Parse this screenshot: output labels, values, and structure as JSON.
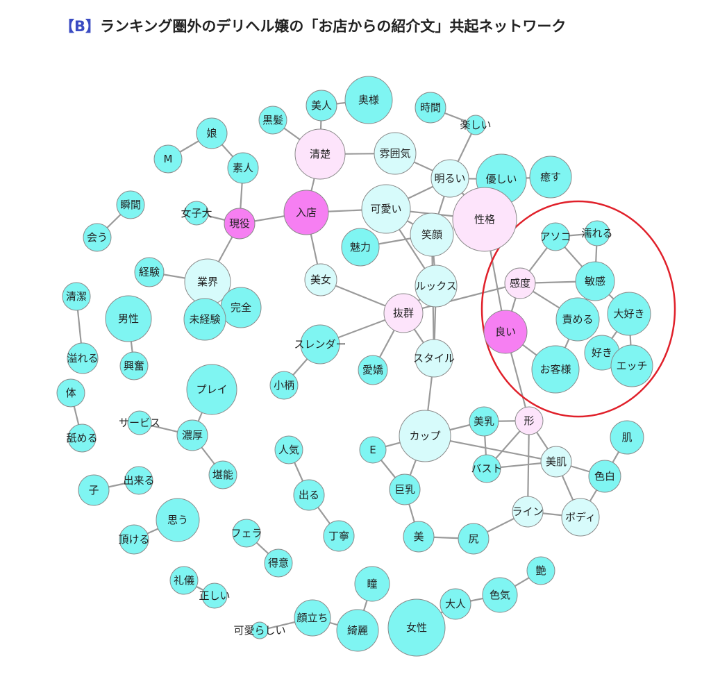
{
  "title": {
    "tag": "【B】",
    "text": "ランキング圏外のデリヘル嬢の「お店からの紹介文」共起ネットワーク"
  },
  "colors": {
    "cyan": "#7ff5f2",
    "pale_cyan": "#d7fbfb",
    "pale_pink": "#fde4fb",
    "magenta": "#f67ff2",
    "highlight_ring": "#e0202a"
  },
  "network": {
    "nodes": [
      {
        "id": "oku",
        "label": "奥様",
        "color": "cyan"
      },
      {
        "id": "bijin",
        "label": "美人",
        "color": "cyan"
      },
      {
        "id": "jikan",
        "label": "時間",
        "color": "cyan"
      },
      {
        "id": "kurokami",
        "label": "黒髪",
        "color": "cyan"
      },
      {
        "id": "tanoshii",
        "label": "楽しい",
        "color": "cyan"
      },
      {
        "id": "musume",
        "label": "娘",
        "color": "cyan"
      },
      {
        "id": "seiso",
        "label": "清楚",
        "color": "pale_pink"
      },
      {
        "id": "funiki",
        "label": "雰囲気",
        "color": "pale_cyan"
      },
      {
        "id": "M",
        "label": "M",
        "color": "cyan"
      },
      {
        "id": "shirouto",
        "label": "素人",
        "color": "cyan"
      },
      {
        "id": "akarui",
        "label": "明るい",
        "color": "pale_cyan"
      },
      {
        "id": "yasashii",
        "label": "優しい",
        "color": "cyan"
      },
      {
        "id": "iyasu",
        "label": "癒す",
        "color": "cyan"
      },
      {
        "id": "shunkan",
        "label": "瞬間",
        "color": "cyan"
      },
      {
        "id": "nyuten",
        "label": "入店",
        "color": "magenta"
      },
      {
        "id": "kawaii",
        "label": "可愛い",
        "color": "pale_cyan"
      },
      {
        "id": "seikaku",
        "label": "性格",
        "color": "pale_pink"
      },
      {
        "id": "joshidai",
        "label": "女子大",
        "color": "cyan"
      },
      {
        "id": "geneki",
        "label": "現役",
        "color": "magenta"
      },
      {
        "id": "au",
        "label": "会う",
        "color": "cyan"
      },
      {
        "id": "egao",
        "label": "笑顔",
        "color": "pale_cyan"
      },
      {
        "id": "asoko",
        "label": "アソコ",
        "color": "cyan"
      },
      {
        "id": "nureru",
        "label": "濡れる",
        "color": "cyan"
      },
      {
        "id": "miryoku",
        "label": "魅力",
        "color": "cyan"
      },
      {
        "id": "keiken",
        "label": "経験",
        "color": "cyan"
      },
      {
        "id": "gyokai",
        "label": "業界",
        "color": "pale_cyan"
      },
      {
        "id": "bijo",
        "label": "美女",
        "color": "pale_cyan"
      },
      {
        "id": "looks",
        "label": "ルックス",
        "color": "pale_cyan"
      },
      {
        "id": "kando",
        "label": "感度",
        "color": "pale_pink"
      },
      {
        "id": "binkan",
        "label": "敏感",
        "color": "cyan"
      },
      {
        "id": "seiketsu",
        "label": "清潔",
        "color": "cyan"
      },
      {
        "id": "kanzen",
        "label": "完全",
        "color": "cyan"
      },
      {
        "id": "dansei",
        "label": "男性",
        "color": "cyan"
      },
      {
        "id": "mikeiken",
        "label": "未経験",
        "color": "cyan"
      },
      {
        "id": "batsugun",
        "label": "抜群",
        "color": "pale_pink"
      },
      {
        "id": "semeru",
        "label": "責める",
        "color": "cyan"
      },
      {
        "id": "daisuki",
        "label": "大好き",
        "color": "cyan"
      },
      {
        "id": "yoi",
        "label": "良い",
        "color": "magenta"
      },
      {
        "id": "slender",
        "label": "スレンダー",
        "color": "cyan"
      },
      {
        "id": "afureru",
        "label": "溢れる",
        "color": "cyan"
      },
      {
        "id": "kofun",
        "label": "興奮",
        "color": "cyan"
      },
      {
        "id": "style",
        "label": "スタイル",
        "color": "pale_cyan"
      },
      {
        "id": "aikyo",
        "label": "愛嬌",
        "color": "cyan"
      },
      {
        "id": "suki",
        "label": "好き",
        "color": "cyan"
      },
      {
        "id": "ecchi",
        "label": "エッチ",
        "color": "cyan"
      },
      {
        "id": "okyakusama",
        "label": "お客様",
        "color": "cyan"
      },
      {
        "id": "kogara",
        "label": "小柄",
        "color": "cyan"
      },
      {
        "id": "karada",
        "label": "体",
        "color": "cyan"
      },
      {
        "id": "play",
        "label": "プレイ",
        "color": "cyan"
      },
      {
        "id": "service",
        "label": "サービス",
        "color": "cyan"
      },
      {
        "id": "nameru",
        "label": "舐める",
        "color": "cyan"
      },
      {
        "id": "binyu",
        "label": "美乳",
        "color": "cyan"
      },
      {
        "id": "katachi",
        "label": "形",
        "color": "pale_pink"
      },
      {
        "id": "cup",
        "label": "カップ",
        "color": "pale_cyan"
      },
      {
        "id": "noko",
        "label": "濃厚",
        "color": "cyan"
      },
      {
        "id": "hada",
        "label": "肌",
        "color": "cyan"
      },
      {
        "id": "E",
        "label": "E",
        "color": "cyan"
      },
      {
        "id": "ninki",
        "label": "人気",
        "color": "cyan"
      },
      {
        "id": "bust",
        "label": "バスト",
        "color": "cyan"
      },
      {
        "id": "bihada",
        "label": "美肌",
        "color": "pale_cyan"
      },
      {
        "id": "tanno",
        "label": "堪能",
        "color": "cyan"
      },
      {
        "id": "irojiro",
        "label": "色白",
        "color": "cyan"
      },
      {
        "id": "dekiru",
        "label": "出来る",
        "color": "cyan"
      },
      {
        "id": "ko",
        "label": "子",
        "color": "cyan"
      },
      {
        "id": "kyonyu",
        "label": "巨乳",
        "color": "cyan"
      },
      {
        "id": "deru",
        "label": "出る",
        "color": "cyan"
      },
      {
        "id": "line",
        "label": "ライン",
        "color": "pale_cyan"
      },
      {
        "id": "body",
        "label": "ボディ",
        "color": "pale_cyan"
      },
      {
        "id": "omou",
        "label": "思う",
        "color": "cyan"
      },
      {
        "id": "itadakeru",
        "label": "頂ける",
        "color": "cyan"
      },
      {
        "id": "fera",
        "label": "フェラ",
        "color": "cyan"
      },
      {
        "id": "teinei",
        "label": "丁寧",
        "color": "cyan"
      },
      {
        "id": "mi",
        "label": "美",
        "color": "cyan"
      },
      {
        "id": "shiri",
        "label": "尻",
        "color": "cyan"
      },
      {
        "id": "tokui",
        "label": "得意",
        "color": "cyan"
      },
      {
        "id": "reigi",
        "label": "礼儀",
        "color": "cyan"
      },
      {
        "id": "tadashii",
        "label": "正しい",
        "color": "cyan"
      },
      {
        "id": "hitomi",
        "label": "瞳",
        "color": "cyan"
      },
      {
        "id": "tsuya",
        "label": "艶",
        "color": "cyan"
      },
      {
        "id": "iroke",
        "label": "色気",
        "color": "cyan"
      },
      {
        "id": "otona",
        "label": "大人",
        "color": "cyan"
      },
      {
        "id": "kaodachi",
        "label": "顔立ち",
        "color": "cyan"
      },
      {
        "id": "kawairashii",
        "label": "可愛らしい",
        "color": "cyan"
      },
      {
        "id": "kirei",
        "label": "綺麗",
        "color": "cyan"
      },
      {
        "id": "josei",
        "label": "女性",
        "color": "cyan"
      }
    ],
    "edges": [
      [
        "bijin",
        "oku"
      ],
      [
        "bijin",
        "seiso"
      ],
      [
        "kurokami",
        "seiso"
      ],
      [
        "seiso",
        "funiki"
      ],
      [
        "seiso",
        "nyuten"
      ],
      [
        "funiki",
        "akarui"
      ],
      [
        "jikan",
        "tanoshii"
      ],
      [
        "tanoshii",
        "akarui"
      ],
      [
        "akarui",
        "yasashii"
      ],
      [
        "akarui",
        "kawaii"
      ],
      [
        "akarui",
        "egao"
      ],
      [
        "akarui",
        "seikaku"
      ],
      [
        "yasashii",
        "iyasu"
      ],
      [
        "yasashii",
        "seikaku"
      ],
      [
        "kawaii",
        "nyuten"
      ],
      [
        "kawaii",
        "egao"
      ],
      [
        "kawaii",
        "looks"
      ],
      [
        "kawaii",
        "seikaku"
      ],
      [
        "nyuten",
        "geneki"
      ],
      [
        "nyuten",
        "bijo"
      ],
      [
        "musume",
        "M"
      ],
      [
        "musume",
        "shirouto"
      ],
      [
        "shirouto",
        "geneki"
      ],
      [
        "geneki",
        "joshidai"
      ],
      [
        "geneki",
        "gyokai"
      ],
      [
        "shunkan",
        "au"
      ],
      [
        "miryoku",
        "egao"
      ],
      [
        "egao",
        "looks"
      ],
      [
        "egao",
        "style"
      ],
      [
        "seikaku",
        "yoi"
      ],
      [
        "keiken",
        "gyokai"
      ],
      [
        "gyokai",
        "mikeiken"
      ],
      [
        "gyokai",
        "kanzen"
      ],
      [
        "bijo",
        "batsugun"
      ],
      [
        "batsugun",
        "looks"
      ],
      [
        "batsugun",
        "slender"
      ],
      [
        "batsugun",
        "aikyo"
      ],
      [
        "batsugun",
        "style"
      ],
      [
        "batsugun",
        "kando"
      ],
      [
        "looks",
        "style"
      ],
      [
        "seiketsu",
        "afureru"
      ],
      [
        "dansei",
        "kofun"
      ],
      [
        "slender",
        "kogara"
      ],
      [
        "asoko",
        "kando"
      ],
      [
        "asoko",
        "nureru"
      ],
      [
        "nureru",
        "binkan"
      ],
      [
        "asoko",
        "binkan"
      ],
      [
        "kando",
        "binkan"
      ],
      [
        "kando",
        "yoi"
      ],
      [
        "kando",
        "semeru"
      ],
      [
        "binkan",
        "semeru"
      ],
      [
        "binkan",
        "daisuki"
      ],
      [
        "daisuki",
        "ecchi"
      ],
      [
        "daisuki",
        "suki"
      ],
      [
        "semeru",
        "okyakusama"
      ],
      [
        "yoi",
        "okyakusama"
      ],
      [
        "yoi",
        "katachi"
      ],
      [
        "style",
        "cup"
      ],
      [
        "cup",
        "binyu"
      ],
      [
        "cup",
        "E"
      ],
      [
        "cup",
        "kyonyu"
      ],
      [
        "cup",
        "bihada"
      ],
      [
        "E",
        "kyonyu"
      ],
      [
        "binyu",
        "katachi"
      ],
      [
        "binyu",
        "bust"
      ],
      [
        "katachi",
        "bust"
      ],
      [
        "katachi",
        "bihada"
      ],
      [
        "katachi",
        "line"
      ],
      [
        "bust",
        "bihada"
      ],
      [
        "bihada",
        "irojiro"
      ],
      [
        "bihada",
        "body"
      ],
      [
        "hada",
        "irojiro"
      ],
      [
        "irojiro",
        "body"
      ],
      [
        "line",
        "body"
      ],
      [
        "line",
        "shiri"
      ],
      [
        "shiri",
        "mi"
      ],
      [
        "kyonyu",
        "mi"
      ],
      [
        "service",
        "noko"
      ],
      [
        "noko",
        "play"
      ],
      [
        "noko",
        "tanno"
      ],
      [
        "karada",
        "nameru"
      ],
      [
        "ninki",
        "deru"
      ],
      [
        "deru",
        "teinei"
      ],
      [
        "dekiru",
        "ko"
      ],
      [
        "omou",
        "itadakeru"
      ],
      [
        "fera",
        "tokui"
      ],
      [
        "reigi",
        "tadashii"
      ],
      [
        "hitomi",
        "kirei"
      ],
      [
        "kirei",
        "kaodachi"
      ],
      [
        "kaodachi",
        "kawairashii"
      ],
      [
        "otona",
        "iroke"
      ],
      [
        "iroke",
        "tsuya"
      ],
      [
        "otona",
        "josei"
      ]
    ]
  }
}
